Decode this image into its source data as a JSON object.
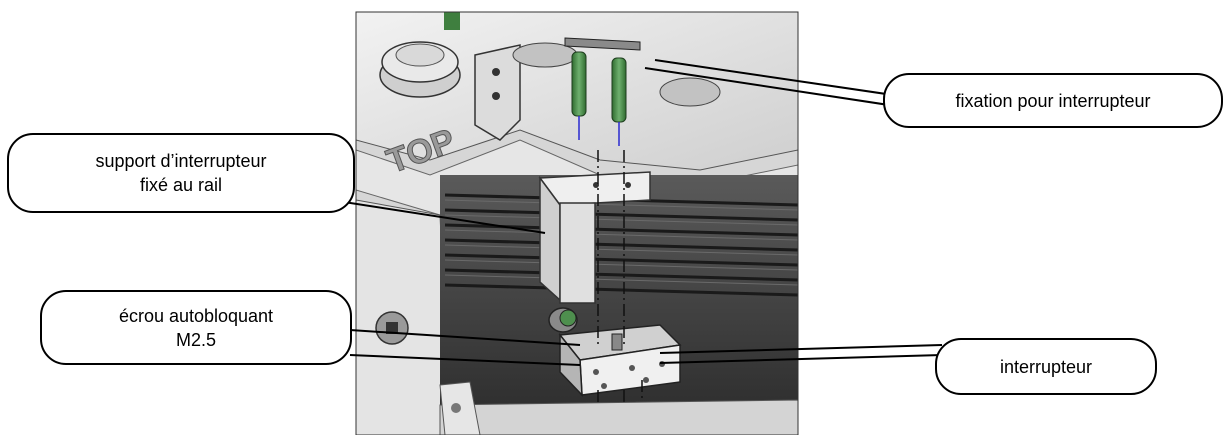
{
  "callouts": {
    "fixation": "fixation pour interrupteur",
    "support": "support d’interrupteur\nfixé au rail",
    "ecrou": "écrou autobloquant\nM2.5",
    "interrupteur": "interrupteur"
  },
  "illustration": {
    "stamp_text": "TOP"
  },
  "colors": {
    "metal_light": "#e8e8e8",
    "metal_mid": "#bdbdbd",
    "metal_dark": "#7a7a7a",
    "rail_dark": "#3c3c3c",
    "spacer_green": "#4e8f4e",
    "outline": "#000000"
  }
}
